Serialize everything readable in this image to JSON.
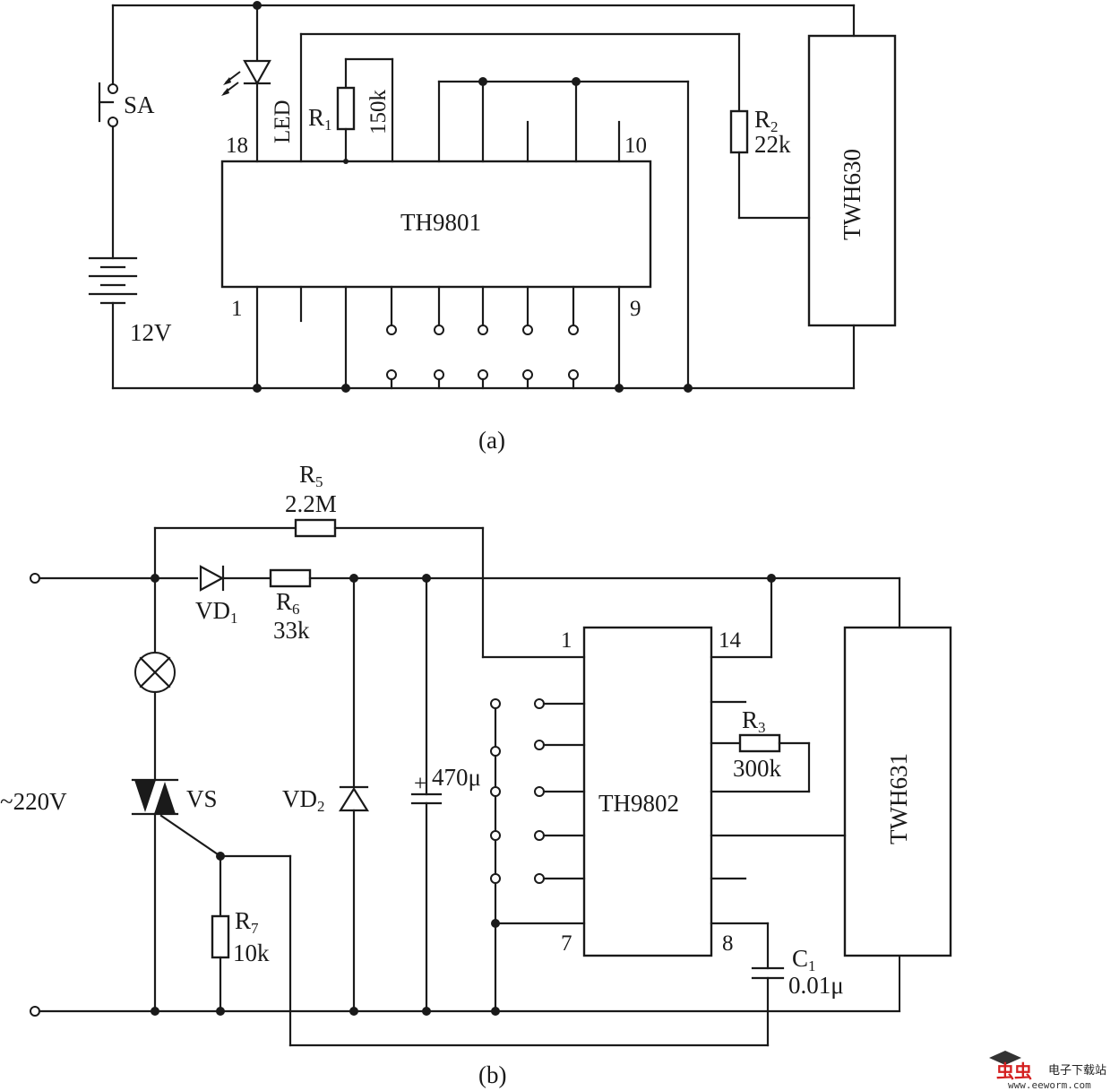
{
  "figure_a": {
    "caption": "(a)",
    "ic": "TH9801",
    "module": "TWH630",
    "switch": "SA",
    "battery": "12V",
    "led": "LED",
    "r1": {
      "name": "R",
      "sub": "1",
      "value": "150k"
    },
    "r2": {
      "name": "R",
      "sub": "2",
      "value": "22k"
    },
    "pins": {
      "p18": "18",
      "p10": "10",
      "p1": "1",
      "p9": "9"
    }
  },
  "figure_b": {
    "caption": "(b)",
    "ic": "TH9802",
    "module": "TWH631",
    "mains": "~220V",
    "triac": "VS",
    "vd1": {
      "name": "VD",
      "sub": "1"
    },
    "vd2": {
      "name": "VD",
      "sub": "2"
    },
    "r5": {
      "name": "R",
      "sub": "5",
      "value": "2.2M"
    },
    "r6": {
      "name": "R",
      "sub": "6",
      "value": "33k"
    },
    "r7": {
      "name": "R",
      "sub": "7",
      "value": "10k"
    },
    "r3": {
      "name": "R",
      "sub": "3",
      "value": "300k"
    },
    "c1": {
      "name": "C",
      "sub": "1",
      "value": "0.01μ"
    },
    "cap": "470μ",
    "pins": {
      "p1": "1",
      "p14": "14",
      "p7": "7",
      "p8": "8"
    }
  },
  "watermark": {
    "brand": "虫虫",
    "text": "电子下载站",
    "url": "www.eeworm.com"
  }
}
